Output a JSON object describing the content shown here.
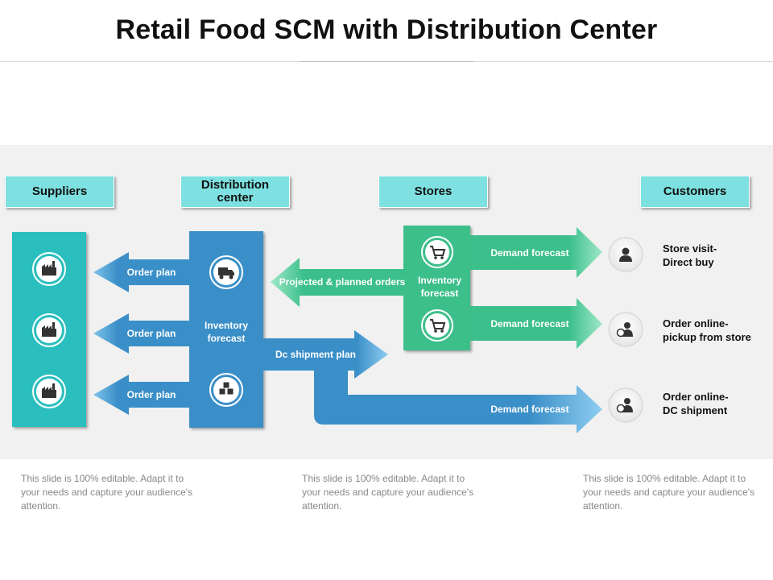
{
  "title": "Retail Food SCM with Distribution Center",
  "headers": {
    "suppliers": "Suppliers",
    "distribution_center": "Distribution center",
    "stores": "Stores",
    "customers": "Customers"
  },
  "arrows": {
    "order_plan_1": "Order plan",
    "order_plan_2": "Order plan",
    "order_plan_3": "Order plan",
    "projected_orders": "Projected & planned orders",
    "dc_shipment_plan": "Dc shipment plan",
    "demand_forecast_1": "Demand forecast",
    "demand_forecast_2": "Demand forecast",
    "demand_forecast_3": "Demand forecast"
  },
  "dc_column": {
    "label_line1": "Inventory",
    "label_line2": "forecast"
  },
  "stores_column": {
    "label_line1": "Inventory",
    "label_line2": "forecast"
  },
  "customers": {
    "store_visit": "Store visit-\nDirect buy",
    "order_pickup": "Order online-\npickup from store",
    "order_shipment": "Order online-\nDC shipment"
  },
  "footnotes": {
    "left": "This slide is 100% editable. Adapt it to your needs and capture your audience's attention.",
    "middle": "This slide is 100% editable. Adapt it to your needs and capture your audience's attention.",
    "right": "This slide is 100% editable. Adapt it to your needs and capture your audience's attention."
  },
  "colors": {
    "teal": "#2bbfbe",
    "blue": "#3a8fc8",
    "green": "#3cbf8a",
    "header": "#7ee0e0",
    "band": "#f1f1f1"
  },
  "icons": {
    "supplier": "factory-icon",
    "dc_top": "truck-icon",
    "dc_bottom": "boxes-icon",
    "store": "shopping-cart-icon",
    "customer_1": "person-icon",
    "customer_2": "person-globe-icon",
    "customer_3": "person-globe-icon"
  }
}
